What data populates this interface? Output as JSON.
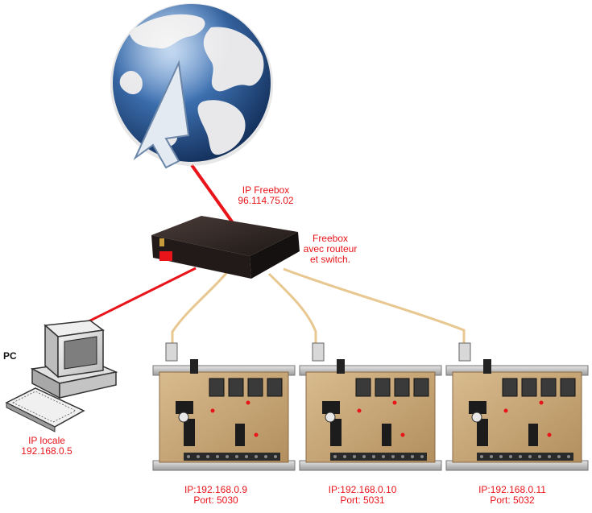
{
  "internet": {
    "name": "internet-globe"
  },
  "freebox": {
    "ip_title": "IP Freebox",
    "ip_value": "96.114.75.02",
    "desc_line1": "Freebox",
    "desc_line2": "avec routeur",
    "desc_line3": "et switch."
  },
  "pc": {
    "label": "PC",
    "ip_title": "IP locale",
    "ip_value": "192.168.0.5"
  },
  "boards": [
    {
      "ip": "IP:192.168.0.9",
      "port": "Port: 5030"
    },
    {
      "ip": "IP:192.168.0.10",
      "port": "Port: 5031"
    },
    {
      "ip": "IP:192.168.0.11",
      "port": "Port: 5032"
    }
  ],
  "colors": {
    "wan_cable": "#e8141a",
    "lan_cable_pc": "#e8141a",
    "lan_cable_boards": "#e8c890",
    "label_text": "#e8141a",
    "ocean": "#2e5f9c",
    "land": "#e8e8ea",
    "router_body": "#2a2220",
    "board_pcb": "#c9a678"
  }
}
